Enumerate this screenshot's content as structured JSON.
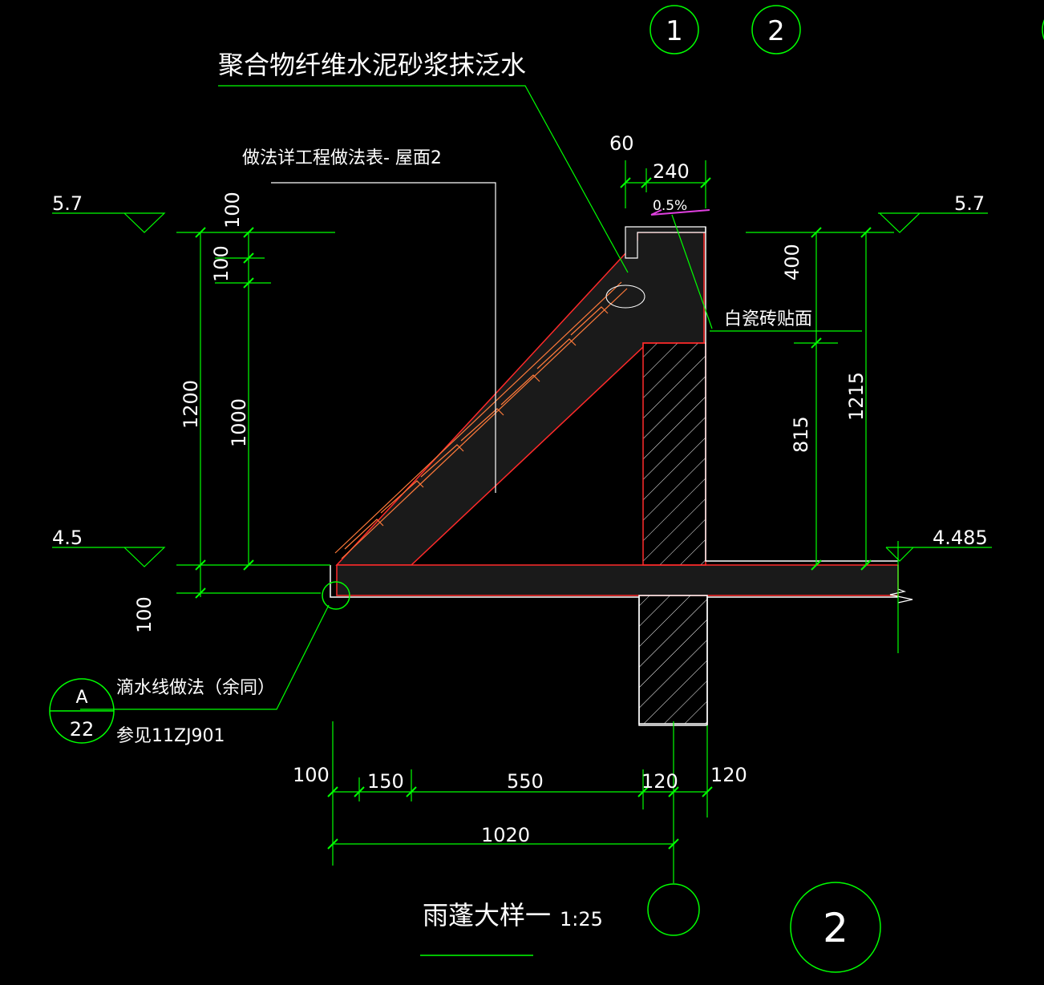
{
  "colors": {
    "background": "#000000",
    "text": "#ffffff",
    "dimension": "#00ff00",
    "outline": "#ff2a2a",
    "tile": "#ff7a3a",
    "hatch": "#ffffff",
    "slope": "#e040e0"
  },
  "notes": {
    "waterproof": "聚合物纤维水泥砂浆抹泛水",
    "roof_ref": "做法详工程做法表- 屋面2",
    "tile_face": "白瓷砖贴面",
    "drip_title": "滴水线做法（余同）",
    "drip_ref": "参见11ZJ901"
  },
  "slope": "0.5%",
  "elevations": {
    "top_left": "5.7",
    "top_right": "5.7",
    "bottom_left": "4.5",
    "bottom_right": "4.485"
  },
  "axes": {
    "top_1": "1",
    "top_2": "2",
    "bottom_1": "",
    "bottom_2": "2"
  },
  "detail_ref": {
    "letter": "A",
    "sheet": "22"
  },
  "dims": {
    "d60": "60",
    "d240": "240",
    "left_100_top": "100",
    "left_100_second": "100",
    "d1200": "1200",
    "d1000": "1000",
    "left_100_bottom": "100",
    "d400": "400",
    "d815": "815",
    "d1215": "1215",
    "b100": "100",
    "b150": "150",
    "b550": "550",
    "b120a": "120",
    "b120b": "120",
    "b1020": "1020"
  },
  "title": {
    "name": "雨蓬大样一",
    "scale": "1:25"
  }
}
